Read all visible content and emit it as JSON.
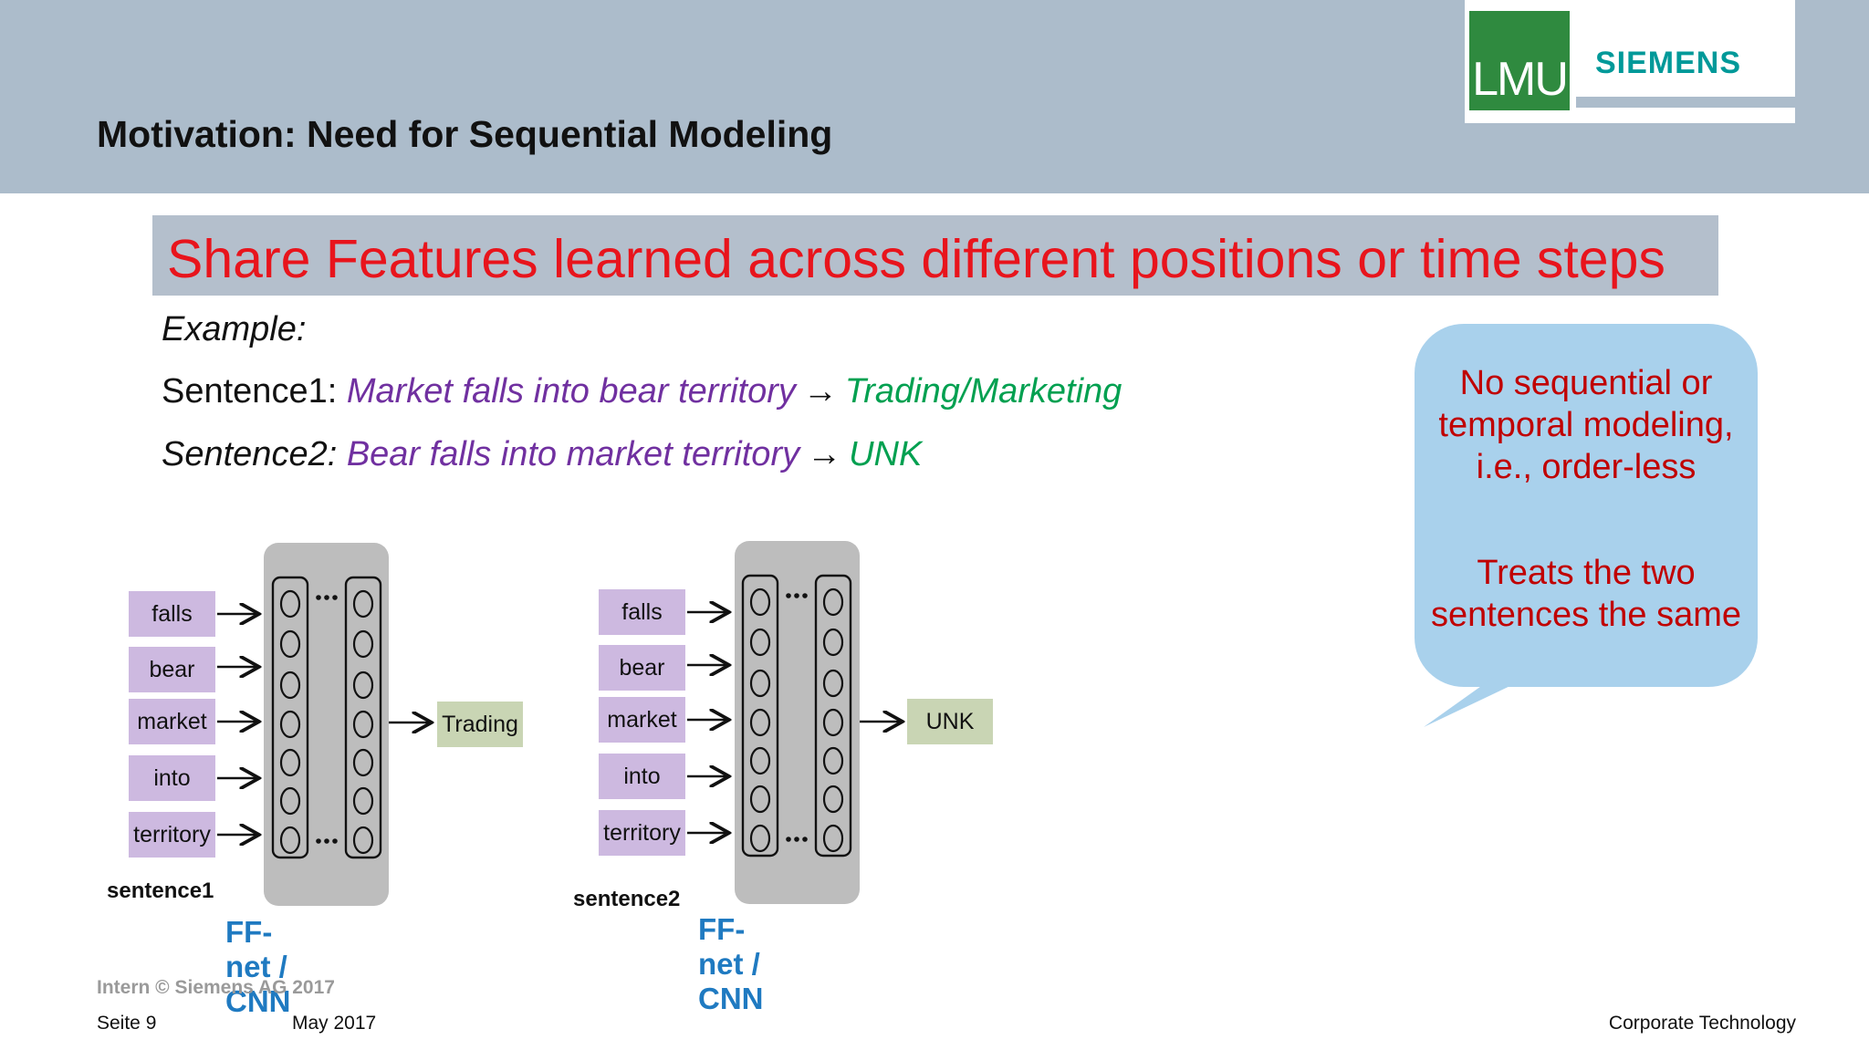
{
  "header": {
    "title": "Motivation: Need for Sequential Modeling"
  },
  "logos": {
    "lmu": "LMU",
    "siemens": "SIEMENS"
  },
  "banner": {
    "text": "Share Features learned across different positions or time steps"
  },
  "example": {
    "label": "Example:",
    "sentence1": {
      "prefix": "Sentence1: ",
      "text": "Market falls into bear territory",
      "arrow": "→",
      "label": "Trading/Marketing"
    },
    "sentence2": {
      "prefix": "Sentence2: ",
      "text": "Bear falls into market territory",
      "arrow": "→",
      "label": "UNK"
    }
  },
  "bubble": {
    "line1": "No sequential or temporal modeling, i.e., order-less",
    "line2": "Treats the two sentences the same"
  },
  "diagrams": [
    {
      "words": [
        "falls",
        "bear",
        "market",
        "into",
        "territory"
      ],
      "output": "Trading",
      "sentence_label": "sentence1",
      "net_label": "FF-net / CNN"
    },
    {
      "words": [
        "falls",
        "bear",
        "market",
        "into",
        "territory"
      ],
      "output": "UNK",
      "sentence_label": "sentence2",
      "net_label": "FF-net / CNN"
    }
  ],
  "footer": {
    "intern": "Intern © Siemens AG 2017",
    "page": "Seite 9",
    "date": "May 2017",
    "dept": "Corporate Technology"
  },
  "colors": {
    "header_bg": "#acbccb",
    "banner_text": "#e8141c",
    "purple": "#7030a0",
    "green": "#00a050",
    "bubble_bg": "#a9d1ec",
    "bubble_text": "#c00000",
    "net_label": "#1f7ac1"
  }
}
